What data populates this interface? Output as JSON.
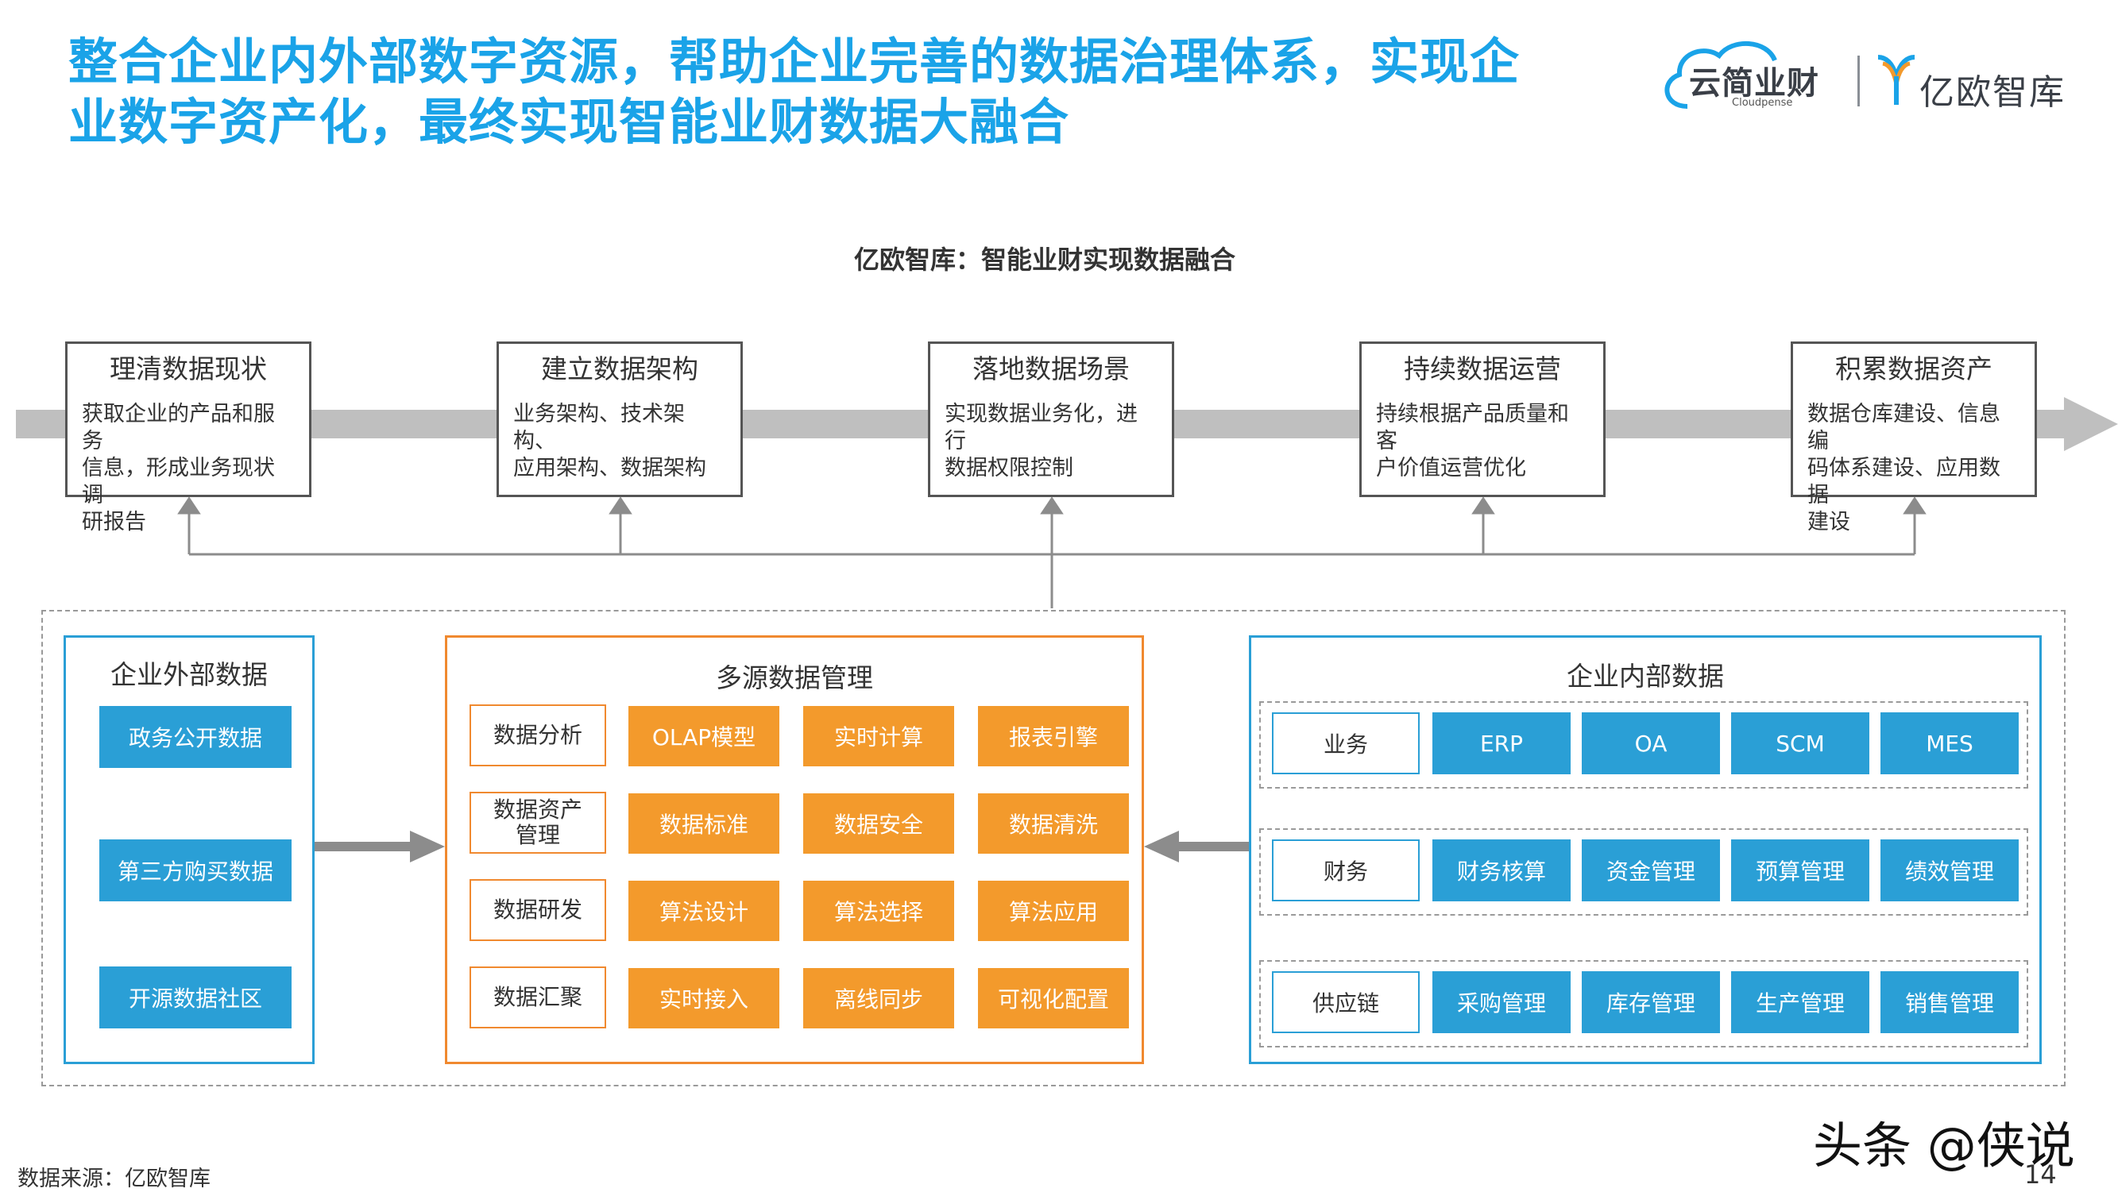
{
  "header": {
    "title_line1": "整合企业内外部数字资源，帮助企业完善的数据治理体系，实现企",
    "title_line2": "业数字资产化，最终实现智能业财数据大融合",
    "logo_left": "云简业财",
    "logo_left_sub": "Cloudpense",
    "logo_right": "亿欧智库",
    "colors": {
      "title": "#1aa3e8",
      "blue": "#2a9fd6",
      "orange": "#f39a2c"
    }
  },
  "diagram": {
    "title": "亿欧智库：智能业财实现数据融合",
    "steps": [
      {
        "title": "理清数据现状",
        "desc": [
          "获取企业的产品和服务",
          "信息，形成业务现状调",
          "研报告"
        ]
      },
      {
        "title": "建立数据架构",
        "desc": [
          "业务架构、技术架构、",
          "应用架构、数据架构",
          ""
        ]
      },
      {
        "title": "落地数据场景",
        "desc": [
          "实现数据业务化，进行",
          "数据权限控制",
          ""
        ]
      },
      {
        "title": "持续数据运营",
        "desc": [
          "持续根据产品质量和客",
          "户价值运营优化",
          ""
        ]
      },
      {
        "title": "积累数据资产",
        "desc": [
          "数据仓库建设、信息编",
          "码体系建设、应用数据",
          "建设"
        ]
      }
    ],
    "external": {
      "title": "企业外部数据",
      "items": [
        "政务公开数据",
        "第三方购买数据",
        "开源数据社区"
      ]
    },
    "multi": {
      "title": "多源数据管理",
      "rows": [
        {
          "label": "数据分析",
          "items": [
            "OLAP模型",
            "实时计算",
            "报表引擎"
          ]
        },
        {
          "label": "数据资产\n管理",
          "items": [
            "数据标准",
            "数据安全",
            "数据清洗"
          ]
        },
        {
          "label": "数据研发",
          "items": [
            "算法设计",
            "算法选择",
            "算法应用"
          ]
        },
        {
          "label": "数据汇聚",
          "items": [
            "实时接入",
            "离线同步",
            "可视化配置"
          ]
        }
      ]
    },
    "internal": {
      "title": "企业内部数据",
      "rows": [
        {
          "label": "业务",
          "items": [
            "ERP",
            "OA",
            "SCM",
            "MES"
          ]
        },
        {
          "label": "财务",
          "items": [
            "财务核算",
            "资金管理",
            "预算管理",
            "绩效管理"
          ]
        },
        {
          "label": "供应链",
          "items": [
            "采购管理",
            "库存管理",
            "生产管理",
            "销售管理"
          ]
        }
      ]
    }
  },
  "footer": {
    "source": "数据来源：亿欧智库",
    "watermark": "头条 @侠说",
    "page_number": "14"
  }
}
